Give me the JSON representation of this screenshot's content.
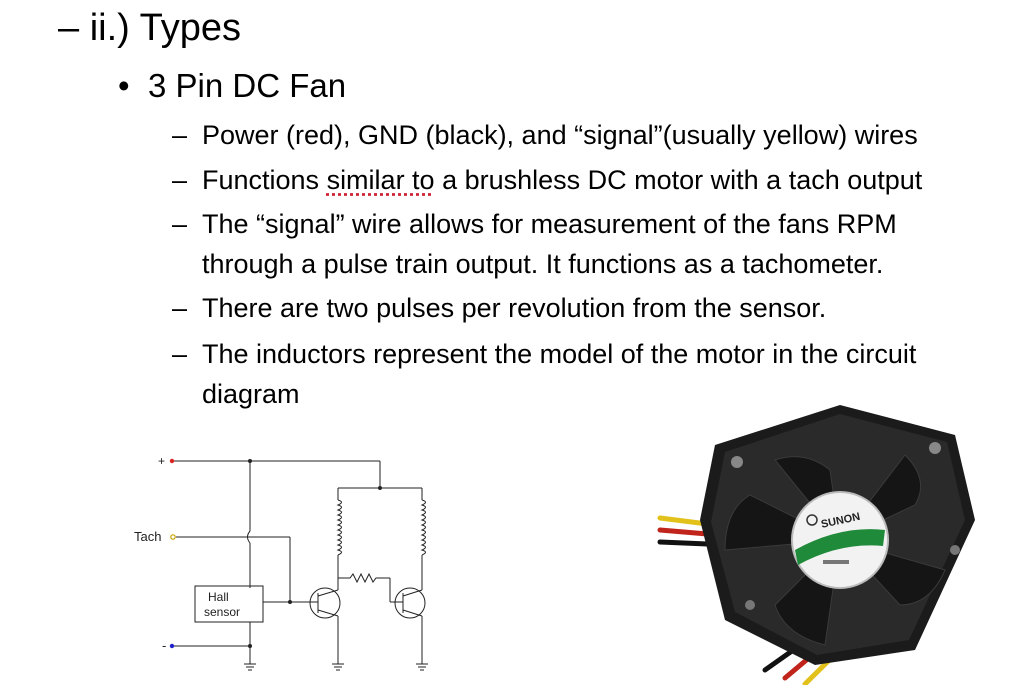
{
  "heading": {
    "dash": "–",
    "text": "ii.) Types"
  },
  "subheading": {
    "bullet": "•",
    "text": "3 Pin DC Fan"
  },
  "points": [
    {
      "dash": "–",
      "text": "Power (red), GND (black), and “signal”(usually yellow) wires"
    },
    {
      "dash": "–",
      "before": "Functions ",
      "flagged": "similar to",
      "after": " a brushless DC motor with a tach output"
    },
    {
      "dash": "–",
      "line1": "The “signal” wire allows for measurement of the fans RPM",
      "line2": "through a pulse train output. It functions as a tachometer."
    },
    {
      "dash": "–",
      "text": "There are two pulses per revolution from the sensor."
    },
    {
      "dash": "–",
      "line1": "The inductors represent the model of the motor in the circuit",
      "line2": "diagram"
    }
  ],
  "circuit": {
    "plus_label": "+",
    "minus_label": "-",
    "tach_label": "Tach",
    "hall_label_1": "Hall",
    "hall_label_2": "sensor"
  },
  "fan_photo": {
    "brand_label": "SUNON"
  }
}
